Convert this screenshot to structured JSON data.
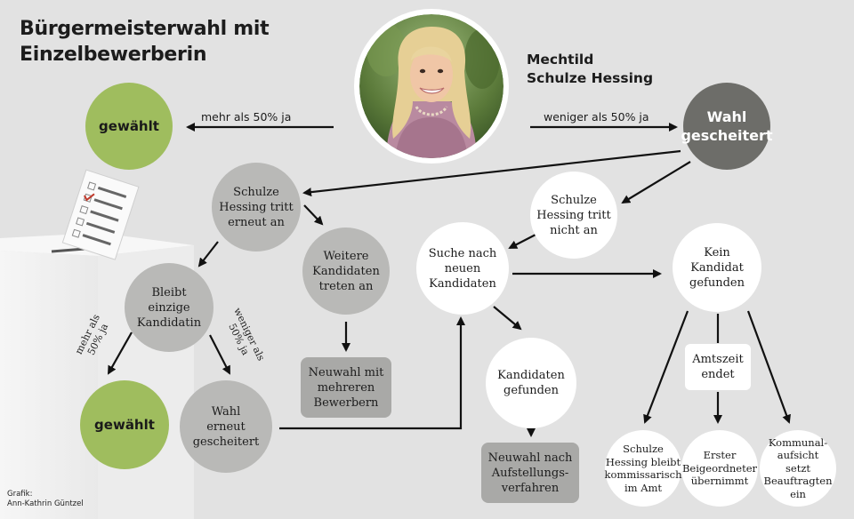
{
  "title": {
    "line1": "Bürgermeisterwahl mit",
    "line2": "Einzelbewerberin"
  },
  "person": {
    "name_line1": "Mechtild",
    "name_line2": "Schulze Hessing"
  },
  "credit": {
    "line1": "Grafik:",
    "line2": "Ann-Kathrin Güntzel"
  },
  "edges": {
    "more_than_50": "mehr als 50% ja",
    "less_than_50": "weniger als 50% ja",
    "more_left_l1": "mehr als",
    "more_left_l2": "50% ja",
    "less_right_l1": "weniger als",
    "less_right_l2": "50% ja"
  },
  "nodes": {
    "gewaehlt_top": "gewählt",
    "wahl_gescheitert_l1": "Wahl",
    "wahl_gescheitert_l2": "gescheitert",
    "tritt_erneut_l1": "Schulze",
    "tritt_erneut_l2": "Hessing tritt",
    "tritt_erneut_l3": "erneut an",
    "tritt_nicht_l1": "Schulze",
    "tritt_nicht_l2": "Hessing tritt",
    "tritt_nicht_l3": "nicht an",
    "weitere_l1": "Weitere",
    "weitere_l2": "Kandidaten",
    "weitere_l3": "treten an",
    "suche_l1": "Suche nach",
    "suche_l2": "neuen",
    "suche_l3": "Kandidaten",
    "kein_l1": "Kein",
    "kein_l2": "Kandidat",
    "kein_l3": "gefunden",
    "bleibt_l1": "Bleibt",
    "bleibt_l2": "einzige",
    "bleibt_l3": "Kandidatin",
    "neuwahl_mehrere_l1": "Neuwahl mit",
    "neuwahl_mehrere_l2": "mehreren",
    "neuwahl_mehrere_l3": "Bewerbern",
    "amtszeit_l1": "Amtszeit",
    "amtszeit_l2": "endet",
    "gefunden_l1": "Kandidaten",
    "gefunden_l2": "gefunden",
    "gewaehlt_bottom": "gewählt",
    "erneut_gescheitert_l1": "Wahl",
    "erneut_gescheitert_l2": "erneut",
    "erneut_gescheitert_l3": "gescheitert",
    "neuwahl_aufstellung_l1": "Neuwahl nach",
    "neuwahl_aufstellung_l2": "Aufstellungs-",
    "neuwahl_aufstellung_l3": "verfahren",
    "kommissarisch_l1": "Schulze",
    "kommissarisch_l2": "Hessing bleibt",
    "kommissarisch_l3": "kommissarisch",
    "kommissarisch_l4": "im Amt",
    "beigeordneter_l1": "Erster",
    "beigeordneter_l2": "Beigeordneter",
    "beigeordneter_l3": "übernimmt",
    "kommunalaufsicht_l1": "Kommunal-",
    "kommunalaufsicht_l2": "aufsicht setzt",
    "kommunalaufsicht_l3": "Beauftragten",
    "kommunalaufsicht_l4": "ein"
  },
  "colors": {
    "background": "#e2e2e2",
    "green": "#9fbd5e",
    "dark": "#6d6d69",
    "gray": "#b9b9b7",
    "box": "#a9a9a7",
    "white": "#ffffff",
    "arrow": "#111111"
  }
}
